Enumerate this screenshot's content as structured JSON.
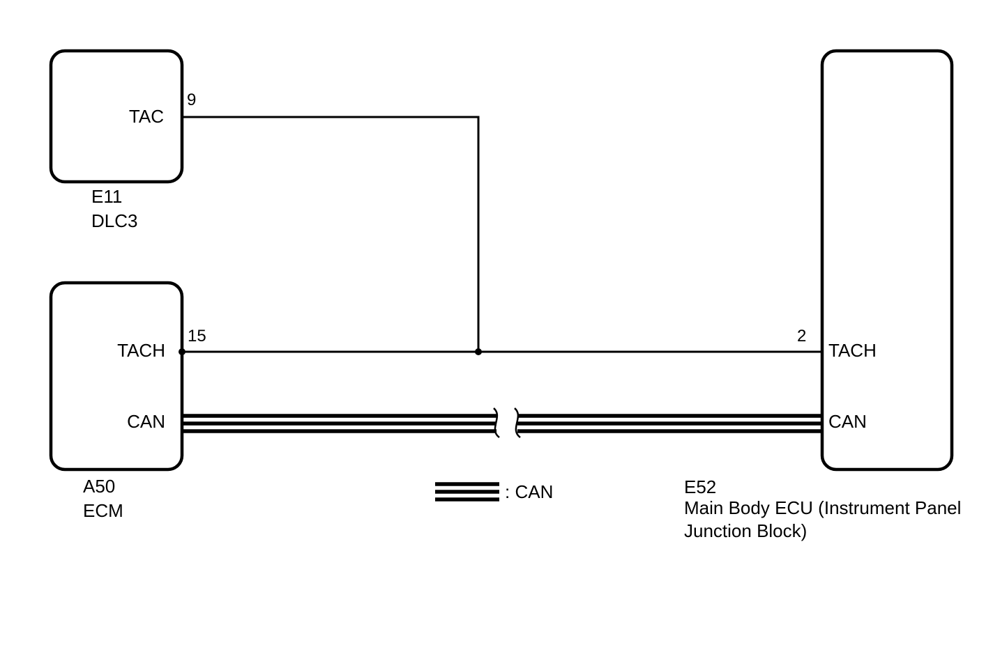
{
  "components": {
    "dlc3": {
      "connector": "E11",
      "name": "DLC3",
      "terminal": {
        "label": "TAC",
        "pin": "9"
      }
    },
    "ecm": {
      "connector": "A50",
      "name": "ECM",
      "terminals": [
        {
          "label": "TACH",
          "pin": "15"
        },
        {
          "label": "CAN",
          "pin": ""
        }
      ]
    },
    "main_body_ecu": {
      "connector": "E52",
      "name_line1": "Main Body ECU (Instrument Panel",
      "name_line2": "Junction Block)",
      "terminals": [
        {
          "label": "TACH",
          "pin": "2"
        },
        {
          "label": "CAN",
          "pin": ""
        }
      ]
    }
  },
  "legend": {
    "symbol_label": ": CAN"
  },
  "colors": {
    "line": "#000000",
    "background": "#ffffff"
  }
}
